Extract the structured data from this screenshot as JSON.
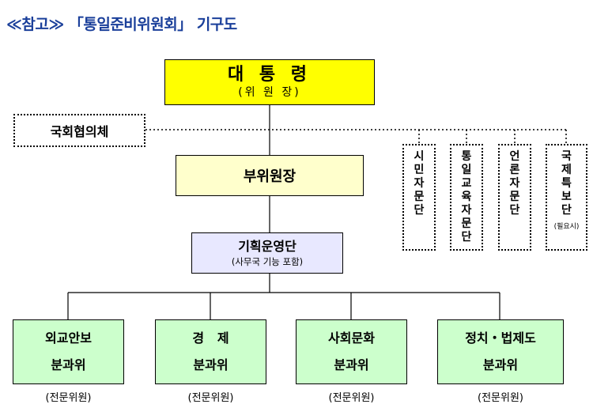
{
  "title": "≪참고≫ 「통일준비위원회」 기구도",
  "president": {
    "label": "대 통 령",
    "sublabel": "(위 원 장)"
  },
  "council": {
    "label": "국회협의체"
  },
  "vice_chair": {
    "label": "부위원장"
  },
  "planning": {
    "label": "기획운영단",
    "sublabel": "(사무국 기능 포함)"
  },
  "advisory": [
    {
      "label": "시민자문단"
    },
    {
      "label": "통일교육자문단"
    },
    {
      "label": "언론자문단"
    },
    {
      "label": "국제특보단",
      "note": "(필요시)"
    }
  ],
  "subcommittees": [
    {
      "line1": "외교안보",
      "line2": "분과위",
      "note": "(전문위원)"
    },
    {
      "line1": "경   제",
      "line2": "분과위",
      "note": "(전문위원)"
    },
    {
      "line1": "사회문화",
      "line2": "분과위",
      "note": "(전문위원)"
    },
    {
      "line1": "정치・법제도",
      "line2": "분과위",
      "note": "(전문위원)"
    }
  ],
  "colors": {
    "title": "#1a3f9a",
    "president_fill": "#ffff00",
    "vice_fill": "#ffffcc",
    "planning_fill": "#e8e8ff",
    "subcommittee_fill": "#ccffcc"
  }
}
